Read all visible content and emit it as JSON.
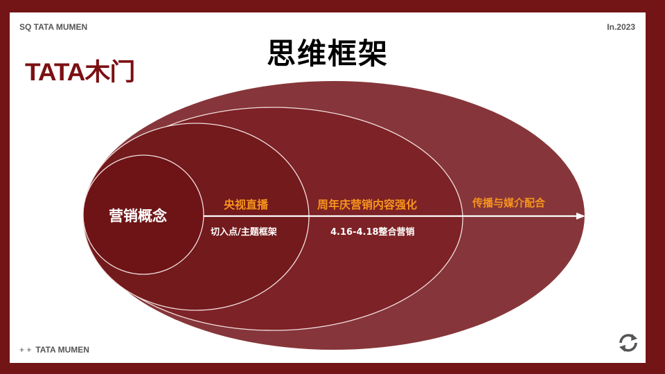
{
  "header": {
    "brand_text": "SQ TATA MUMEN",
    "year_text": "In.2023",
    "logo_text": "TATA木门",
    "title": "思维框架"
  },
  "footer": {
    "plus_marks": "+ +",
    "brand_text": "TATA MUMEN",
    "icon": "refresh-icon"
  },
  "colors": {
    "frame": "#731416",
    "layer_outer": "#86363a",
    "layer_second": "#7d2226",
    "layer_third": "#731a1c",
    "layer_core": "#6e1416",
    "accent_orange": "#f7941d",
    "text_gray": "#555555"
  },
  "diagram": {
    "core": {
      "label": "营销概念"
    },
    "layers": [
      {
        "title": "央视直播",
        "subtitle": "切入点/主题框架"
      },
      {
        "title": "周年庆营销内容强化",
        "subtitle": "4.16-4.18整合营销"
      },
      {
        "title": "传播与媒介配合",
        "subtitle": ""
      }
    ],
    "arrow": "right-arrow"
  }
}
